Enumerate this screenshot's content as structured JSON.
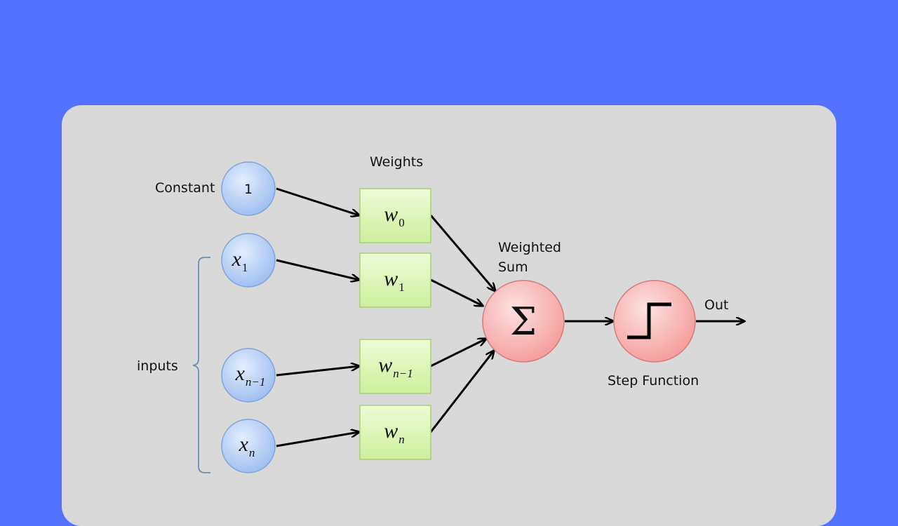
{
  "diagram": {
    "weights_label": "Weights",
    "constant_label": "Constant",
    "inputs_label": "inputs",
    "weighted_sum_line1": "Weighted",
    "weighted_sum_line2": "Sum",
    "out_label": "Out",
    "step_label": "Step Function",
    "constant_value": "1",
    "sum_symbol": "Σ",
    "inputs": [
      {
        "var": "x",
        "sub": "1"
      },
      {
        "var": "x",
        "sub": "n−1"
      },
      {
        "var": "x",
        "sub": "n"
      }
    ],
    "weights": [
      {
        "var": "w",
        "sub": "0"
      },
      {
        "var": "w",
        "sub": "1"
      },
      {
        "var": "w",
        "sub": "n−1"
      },
      {
        "var": "w",
        "sub": "n"
      }
    ],
    "colors": {
      "background": "#5271ff",
      "card": "#d9d9d9",
      "input_node": "#a9c8f5",
      "weight_box": "#d6f2a8",
      "sum_node": "#f7a9a9",
      "brace": "#6b8cb8"
    }
  }
}
